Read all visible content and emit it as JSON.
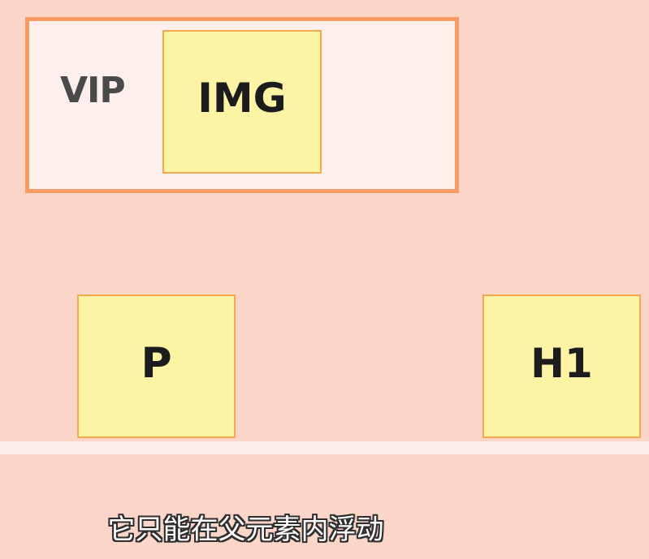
{
  "diagram": {
    "parent_label": "VIP",
    "floated_child_label": "IMG",
    "left_block_label": "P",
    "right_block_label": "H1"
  },
  "caption": "它只能在父元素内浮动",
  "colors": {
    "background": "#fbd6c8",
    "parent_fill": "#fcefec",
    "parent_border": "#f89a63",
    "box_fill": "#fdf3a5",
    "box_border": "#f5a94f"
  }
}
